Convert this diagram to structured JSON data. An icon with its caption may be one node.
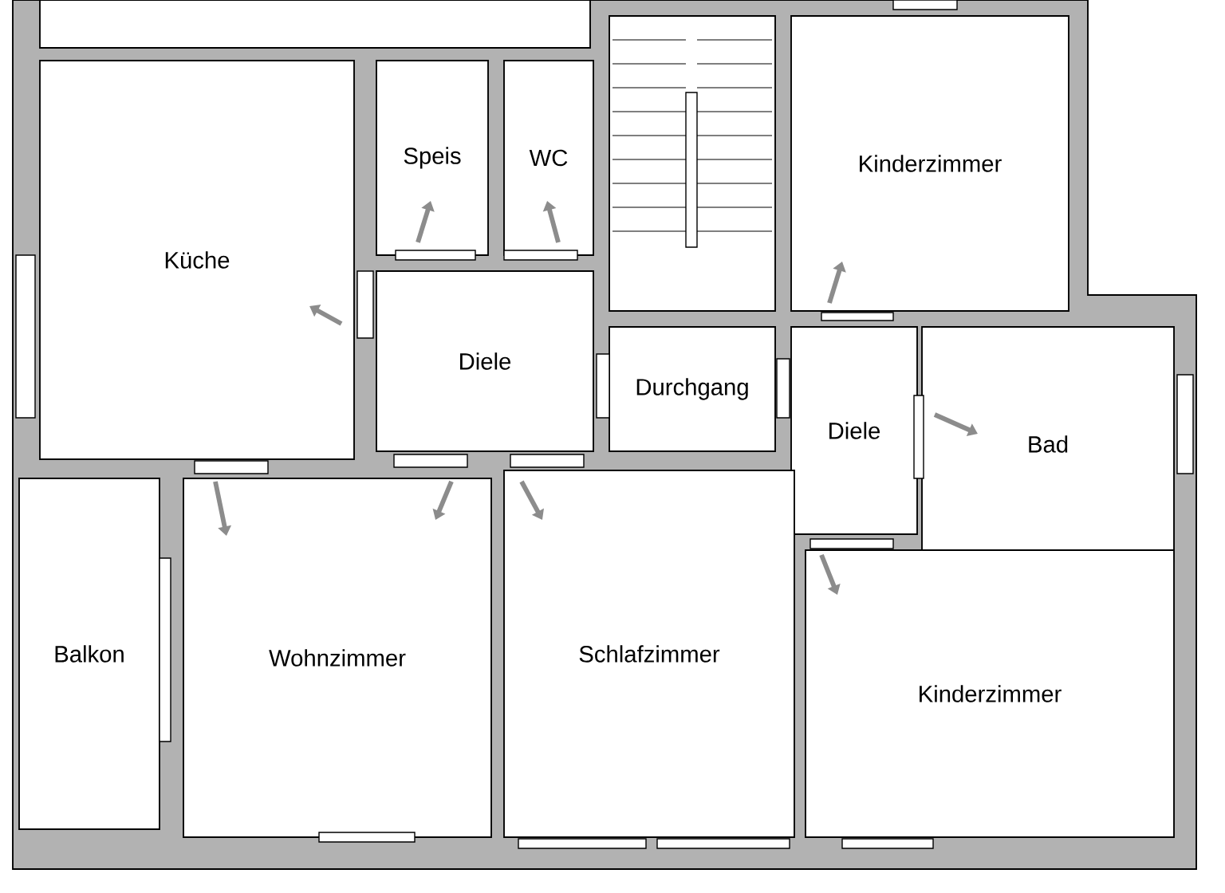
{
  "diagram": {
    "nodes": [
      {
        "text": [],
        "shape": "box"
      },
      {
        "text": [
          "Küche"
        ]
      },
      {
        "text": [
          "Speis"
        ]
      },
      {
        "text": [
          "WC"
        ]
      },
      {
        "text": [],
        "shape": "box"
      },
      {
        "text": [
          "Kinderzimmer"
        ]
      },
      {
        "text": [
          "Diele"
        ]
      },
      {
        "text": [
          "Durchgang"
        ]
      },
      {
        "text": [
          "Diele"
        ]
      },
      {
        "text": [
          "Bad"
        ]
      },
      {
        "text": [
          "Balkon"
        ]
      },
      {
        "text": [
          "Wohnzimmer"
        ]
      },
      {
        "text": [
          "Schlafzimmer"
        ]
      },
      {
        "text": [
          "Kinderzimmer"
        ]
      }
    ]
  }
}
